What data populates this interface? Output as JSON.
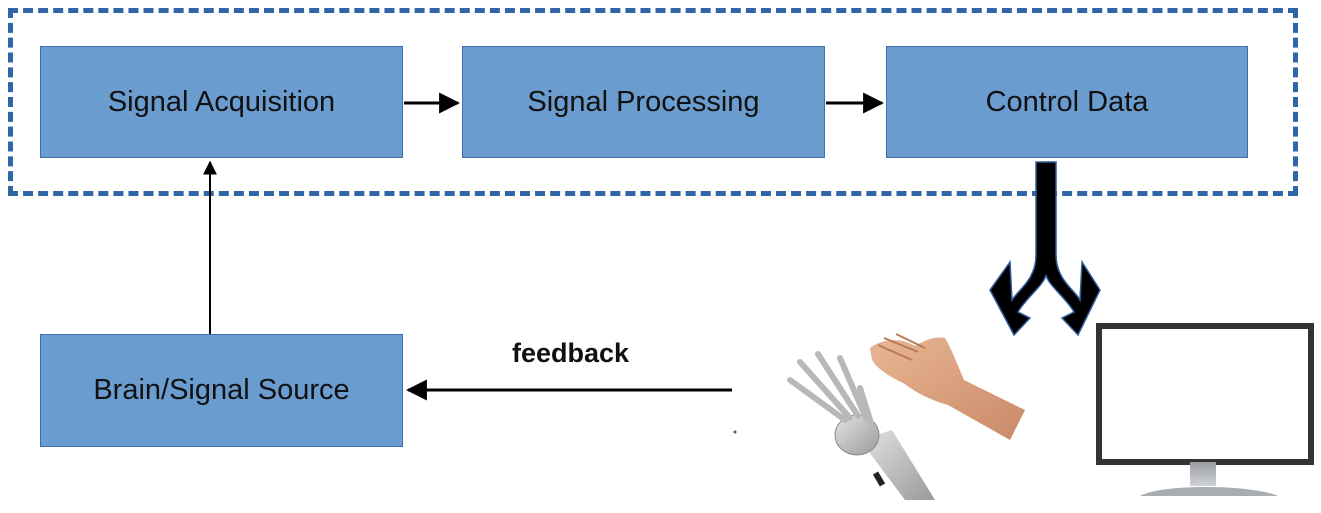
{
  "diagram": {
    "blocks": {
      "signal_acquisition": "Signal Acquisition",
      "signal_processing": "Signal Processing",
      "control_data": "Control Data",
      "brain_signal_source": "Brain/Signal Source"
    },
    "feedback_label": "feedback",
    "colors": {
      "block_fill": "#6a9ccf",
      "block_border": "#3d6fae",
      "dashed_frame": "#2e66a8",
      "arrow": "#000000"
    },
    "outputs": [
      "human-hand",
      "robotic-hand",
      "computer-monitor"
    ]
  }
}
